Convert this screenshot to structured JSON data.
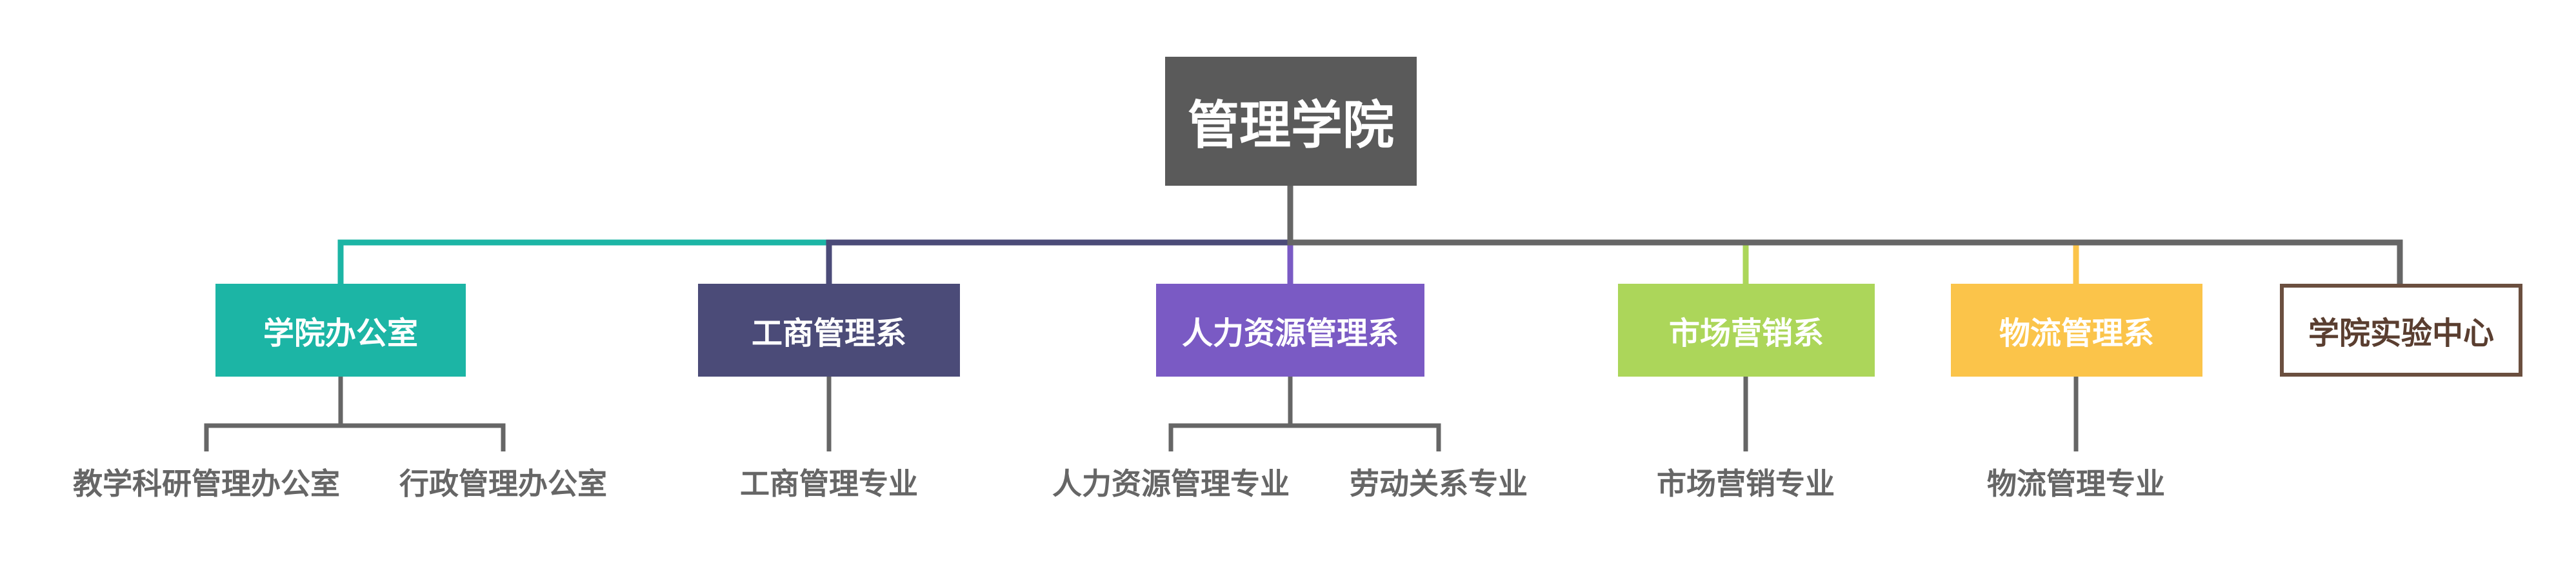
{
  "root": {
    "label": "管理学院",
    "color": "#5a5a5a"
  },
  "departments": [
    {
      "label": "学院办公室",
      "color": "#1cb5a5",
      "units": [
        "教学科研管理办公室",
        "行政管理办公室"
      ]
    },
    {
      "label": "工商管理系",
      "color": "#4b4b78",
      "units": [
        "工商管理专业"
      ]
    },
    {
      "label": "人力资源管理系",
      "color": "#7a5ac4",
      "units": [
        "人力资源管理专业",
        "劳动关系专业"
      ]
    },
    {
      "label": "市场营销系",
      "color": "#acd65a",
      "units": [
        "市场营销专业"
      ]
    },
    {
      "label": "物流管理系",
      "color": "#fbc44a",
      "units": [
        "物流管理专业"
      ]
    },
    {
      "label": "学院实验中心",
      "color": "#6b4f3f",
      "style": "outline",
      "units": []
    }
  ]
}
